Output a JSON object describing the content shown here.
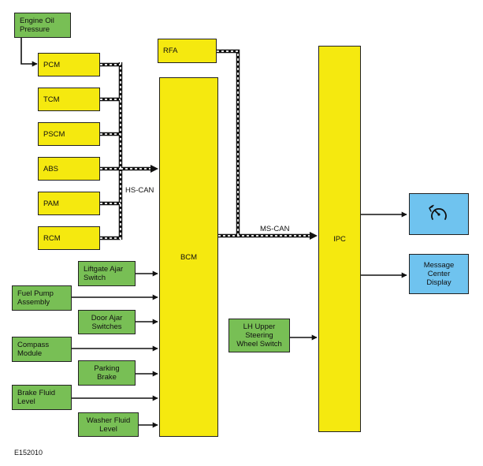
{
  "boxes": {
    "engine_oil_pressure": "Engine Oil\nPressure",
    "pcm": "PCM",
    "tcm": "TCM",
    "pscm": "PSCM",
    "abs": "ABS",
    "pam": "PAM",
    "rcm": "RCM",
    "rfa": "RFA",
    "bcm": "BCM",
    "ipc": "IPC",
    "liftgate_ajar_switch": "Liftgate Ajar\nSwitch",
    "fuel_pump_assembly": "Fuel Pump\nAssembly",
    "door_ajar_switches": "Door Ajar\nSwitches",
    "compass_module": "Compass\nModule",
    "parking_brake": "Parking\nBrake",
    "brake_fluid_level": "Brake Fluid\nLevel",
    "washer_fluid_level": "Washer Fluid\nLevel",
    "lh_upper_steering_wheel_switch": "LH Upper\nSteering\nWheel Switch",
    "message_center_display": "Message\nCenter\nDisplay"
  },
  "bus_labels": {
    "hs_can": "HS-CAN",
    "ms_can": "MS-CAN"
  },
  "icons": {
    "speedometer": "speedometer-warning-icon"
  },
  "colors": {
    "module_yellow": "#f5e90f",
    "input_green": "#78bf55",
    "output_blue": "#6fc3ef"
  },
  "figure_id": "E152010"
}
